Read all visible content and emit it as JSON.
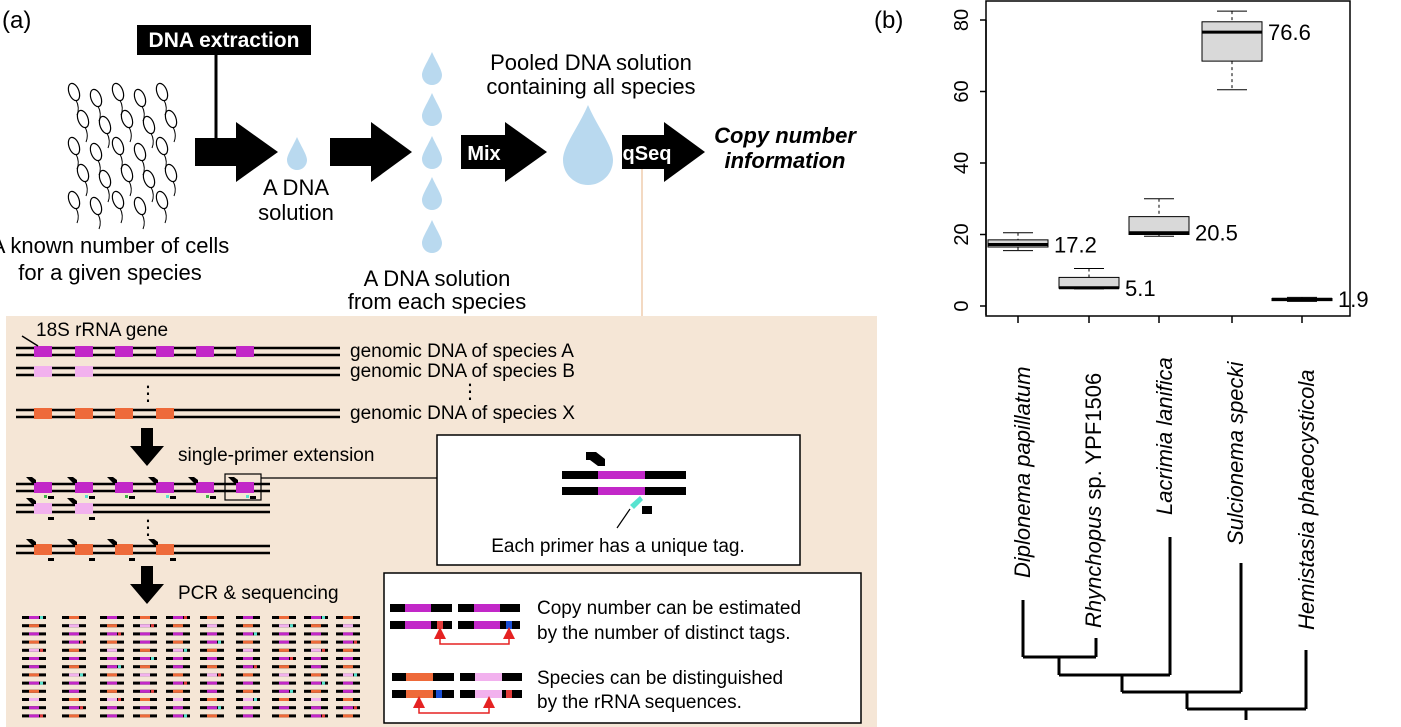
{
  "panel_a": {
    "label": "(a)",
    "dna_extraction": "DNA extraction",
    "cells_caption": [
      "A known number of cells",
      "for a given species"
    ],
    "dna_solution": [
      "A DNA",
      "solution"
    ],
    "each_species": [
      "A DNA solution",
      "from each species"
    ],
    "pooled": [
      "Pooled DNA solution",
      "containing all species"
    ],
    "mix": "Mix",
    "qseq": "qSeq",
    "copy_number": [
      "Copy number",
      "information"
    ],
    "gene_label": "18S rRNA gene",
    "genomes": [
      "genomic DNA of species A",
      "genomic DNA of species B",
      "genomic DNA of species X"
    ],
    "step1": "single-primer extension",
    "step2": "PCR & sequencing",
    "tag_note": "Each primer has a unique tag.",
    "copy_note": [
      "Copy number can be estimated",
      "by the number of distinct tags."
    ],
    "species_note": [
      "Species can be distinguished",
      "by the rRNA sequences."
    ],
    "colors": {
      "beige": "#f5e6d6",
      "magenta": "#c228c8",
      "pink": "#f2b1ee",
      "orange": "#ee6a3a",
      "drop": "#b9d9ef",
      "tag_cyan": "#58e3d0",
      "tag_blue": "#1a4fd6",
      "tag_red": "#e23b3b",
      "link_red": "#e52222"
    }
  },
  "panel_b": {
    "label": "(b)",
    "chart_data": {
      "type": "box",
      "categories": [
        "Diplonema papillatum",
        "Rhynchopus sp. YPF1506",
        "Lacrimia lanifica",
        "Sulcionema specki",
        "Hemistasia phaeocysticola"
      ],
      "medians": [
        17.2,
        5.1,
        20.5,
        76.6,
        1.9
      ],
      "median_labels": [
        "17.2",
        "5.1",
        "20.5",
        "76.6",
        "1.9"
      ],
      "q1": [
        16.5,
        5.0,
        20.0,
        68.5,
        1.5
      ],
      "q3": [
        18.5,
        8.0,
        25.0,
        79.5,
        2.1
      ],
      "whisker_low": [
        15.5,
        4.8,
        19.5,
        60.5,
        1.3
      ],
      "whisker_high": [
        20.5,
        10.5,
        30.0,
        82.5,
        2.4
      ],
      "yticks": [
        "0",
        "20",
        "40",
        "60",
        "80"
      ],
      "ylim": [
        -2.5,
        85
      ],
      "box_color": "#d9d9d9"
    }
  }
}
